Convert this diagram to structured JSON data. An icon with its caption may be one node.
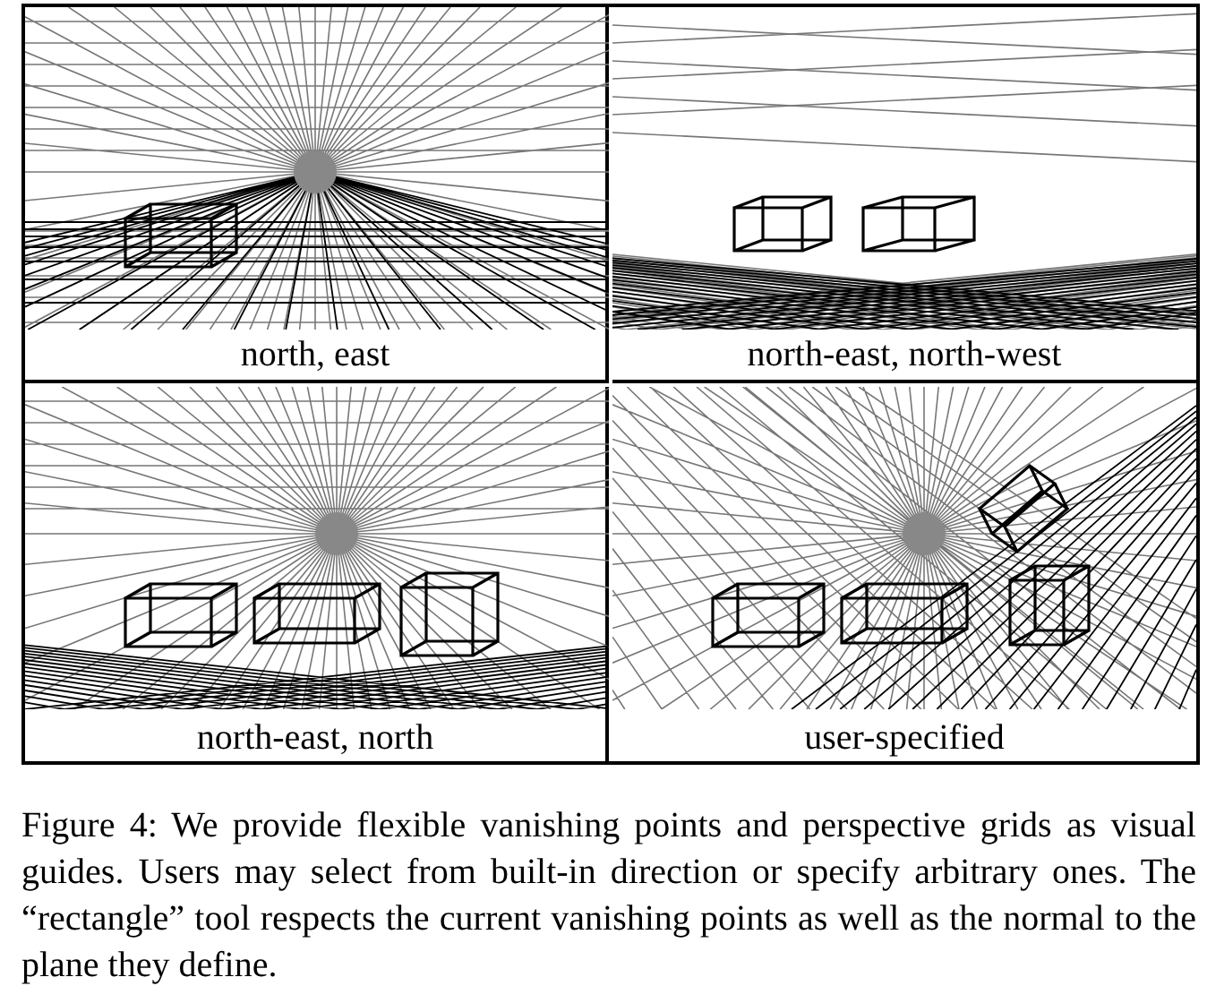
{
  "diagram": {
    "caption": "Figure 4: We provide flexible vanishing points and perspective grids as visual guides. Users may select from built-in direction or specify arbitrary ones. The “rectangle” tool respects the current vanishing points as well as the normal to the plane they define.",
    "nodes": [
      {
        "text": [
          "north, east"
        ]
      },
      {
        "text": [
          "north-east, north-west"
        ]
      },
      {
        "text": [
          "north-east, north"
        ]
      },
      {
        "text": [
          "user-specified"
        ]
      }
    ]
  }
}
